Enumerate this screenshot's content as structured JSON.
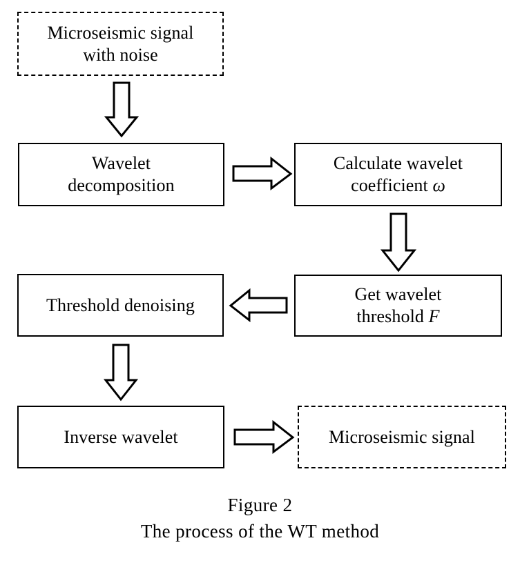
{
  "figure": {
    "caption_label": "Figure 2",
    "caption_title": "The process of the WT method"
  },
  "nodes": [
    {
      "id": "input-signal",
      "style": "dashed",
      "line1": "Microseismic signal",
      "line2": "with noise"
    },
    {
      "id": "wavelet-decomposition",
      "style": "solid",
      "line1": "Wavelet",
      "line2": "decomposition"
    },
    {
      "id": "calculate-coefficient",
      "style": "solid",
      "line1": "Calculate wavelet",
      "line2_pre": "coefficient ",
      "line2_sym": "ω"
    },
    {
      "id": "threshold-denoising",
      "style": "solid",
      "line1": "Threshold denoising"
    },
    {
      "id": "get-threshold",
      "style": "solid",
      "line1": "Get wavelet",
      "line2_pre": "threshold ",
      "line2_sym": "F"
    },
    {
      "id": "inverse-wavelet",
      "style": "solid",
      "line1": "Inverse wavelet"
    },
    {
      "id": "output-signal",
      "style": "dashed",
      "line1": "Microseismic signal"
    }
  ],
  "arrows": [
    {
      "id": "arrow-input-to-decomposition",
      "direction": "down"
    },
    {
      "id": "arrow-decomposition-to-calculate",
      "direction": "right"
    },
    {
      "id": "arrow-calculate-to-threshold",
      "direction": "down"
    },
    {
      "id": "arrow-getthreshold-to-denoising",
      "direction": "left"
    },
    {
      "id": "arrow-denoising-to-inverse",
      "direction": "down"
    },
    {
      "id": "arrow-inverse-to-output",
      "direction": "right"
    }
  ],
  "colors": {
    "stroke": "#000000",
    "fill": "#ffffff",
    "text": "#000000"
  }
}
